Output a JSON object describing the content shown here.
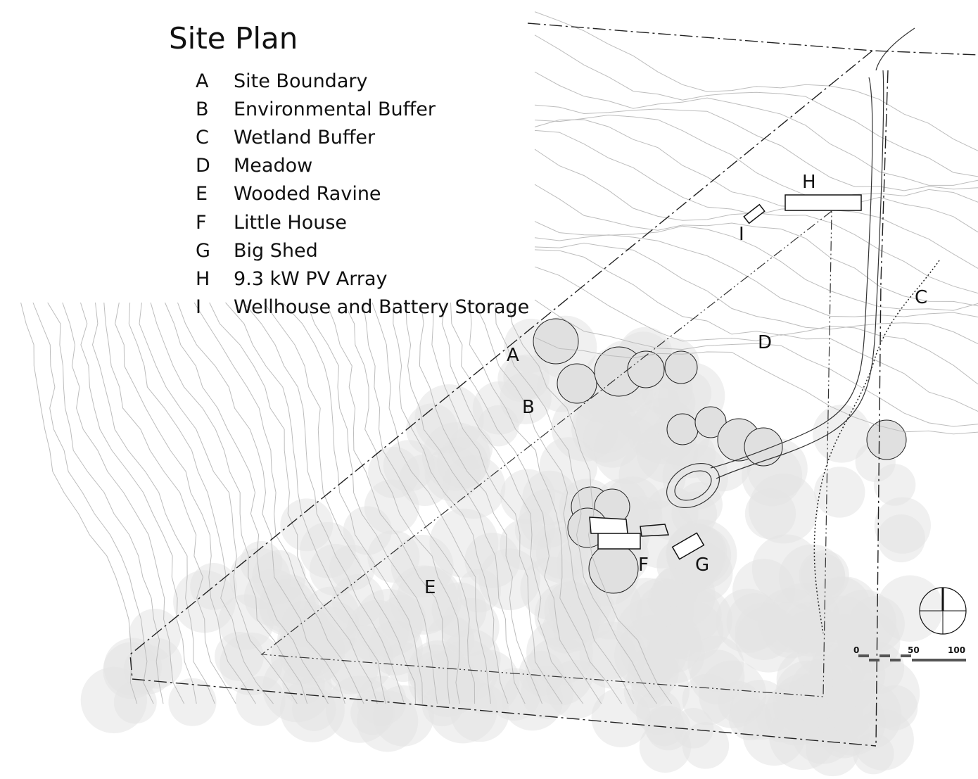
{
  "title": "Site Plan",
  "legend": [
    {
      "key": "A",
      "label": "Site Boundary"
    },
    {
      "key": "B",
      "label": "Environmental  Buffer"
    },
    {
      "key": "C",
      "label": "Wetland Buffer"
    },
    {
      "key": "D",
      "label": "Meadow"
    },
    {
      "key": "E",
      "label": "Wooded Ravine"
    },
    {
      "key": "F",
      "label": "Little House"
    },
    {
      "key": "G",
      "label": "Big Shed"
    },
    {
      "key": "H",
      "label": "9.3 kW PV Array"
    },
    {
      "key": "I",
      "label": "Wellhouse and Battery Storage"
    }
  ],
  "map_labels": {
    "A": "A",
    "B": "B",
    "C": "C",
    "D": "D",
    "E": "E",
    "F": "F",
    "G": "G",
    "H": "H",
    "I": "I"
  },
  "scale_bar": {
    "ticks": [
      "0",
      "50",
      "100"
    ]
  },
  "colors": {
    "canopy": "#e3e3e3",
    "contour": "#bdbdbd",
    "line": "#222222"
  }
}
